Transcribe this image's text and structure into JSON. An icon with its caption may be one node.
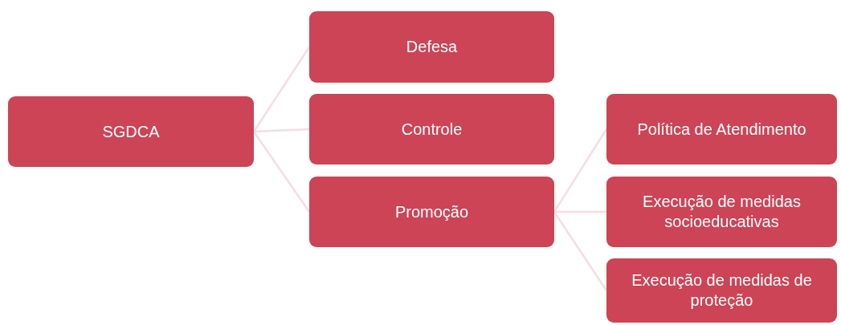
{
  "diagram": {
    "nodes": [
      {
        "text": [
          "SGDCA"
        ]
      },
      {
        "text": [
          "Defesa"
        ]
      },
      {
        "text": [
          "Controle"
        ]
      },
      {
        "text": [
          "Promoção"
        ]
      },
      {
        "text": [
          "Política de Atendimento"
        ]
      },
      {
        "text": [
          "Execução de medidas socioeducativas"
        ]
      },
      {
        "text": [
          "Execução de medidas de proteção"
        ]
      }
    ],
    "edges": [
      {
        "from": 0,
        "to": 1,
        "arrow": "none"
      },
      {
        "from": 0,
        "to": 2,
        "arrow": "none"
      },
      {
        "from": 0,
        "to": 3,
        "arrow": "none"
      },
      {
        "from": 3,
        "to": 4,
        "arrow": "none"
      },
      {
        "from": 3,
        "to": 5,
        "arrow": "none"
      },
      {
        "from": 3,
        "to": 6,
        "arrow": "none"
      }
    ]
  }
}
